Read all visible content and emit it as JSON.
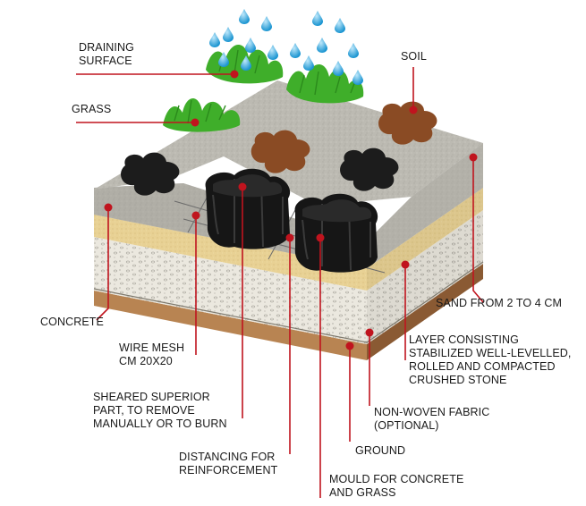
{
  "labels": {
    "draining_surface": [
      "DRAINING",
      "SURFACE"
    ],
    "soil": [
      "SOIL"
    ],
    "grass": [
      "GRASS"
    ],
    "concrete": [
      "CONCRETE"
    ],
    "wire_mesh": [
      "WIRE MESH",
      "CM 20X20"
    ],
    "sheared_part": [
      "SHEARED SUPERIOR",
      "PART, TO REMOVE",
      "MANUALLY OR TO BURN"
    ],
    "distancing": [
      "DISTANCING FOR",
      "REINFORCEMENT"
    ],
    "mould": [
      "MOULD FOR CONCRETE",
      "AND GRASS"
    ],
    "ground": [
      "GROUND"
    ],
    "fabric": [
      "NON-WOVEN FABRIC",
      "(OPTIONAL)"
    ],
    "crushed_stone": [
      "LAYER CONSISTING",
      "STABILIZED WELL-LEVELLED,",
      "ROLLED AND COMPACTED",
      "CRUSHED STONE"
    ],
    "sand": [
      "SAND FROM 2 TO 4 CM"
    ]
  },
  "colors": {
    "leader": "#c0141e",
    "concrete": "#b8b6ae",
    "concrete_side": "#9e9c95",
    "sand": "#e7cf8f",
    "gravel": "#e9e6dc",
    "ground": "#b88452",
    "ground_dark": "#8a5a33",
    "mould": "#161616",
    "soil": "#8a4b24",
    "grass": "#3fae2a",
    "water": "#2aa7df"
  }
}
